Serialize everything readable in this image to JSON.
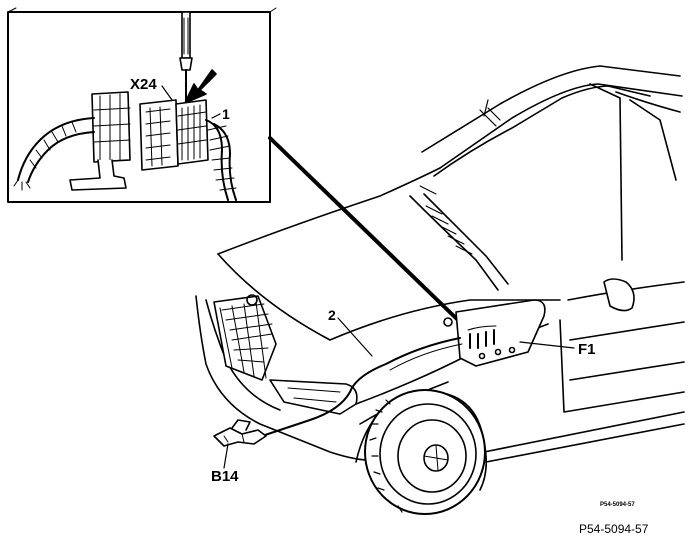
{
  "labels": {
    "x24": "X24",
    "item_1": "1",
    "item_2": "2",
    "f1": "F1",
    "b14": "B14",
    "code_small": "P54-5094-57",
    "code": "P54-5094-57"
  }
}
